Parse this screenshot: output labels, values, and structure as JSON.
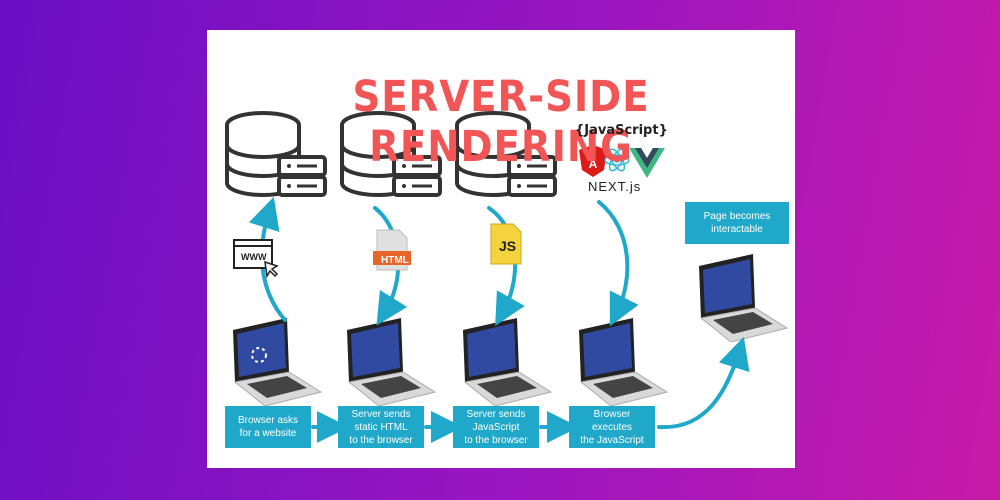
{
  "title": "SERVER-SIDE RENDERING",
  "steps": [
    {
      "label": "Browser asks\nfor a website"
    },
    {
      "label": "Server sends\nstatic HTML\nto the browser"
    },
    {
      "label": "Server sends\nJavaScript\nto the browser"
    },
    {
      "label": "Browser\nexecutes\nthe JavaScript"
    }
  ],
  "result": "Page becomes\ninteractable",
  "badges": {
    "www": "WWW",
    "html": "HTML",
    "js": "JS"
  },
  "tech_logos": {
    "javascript": "{JavaScript}",
    "next": "NEXT.js"
  },
  "colors": {
    "title": "#f25555",
    "step_box": "#1fa8c9",
    "arrow": "#1fa8c9",
    "background": "#9a16c0"
  }
}
